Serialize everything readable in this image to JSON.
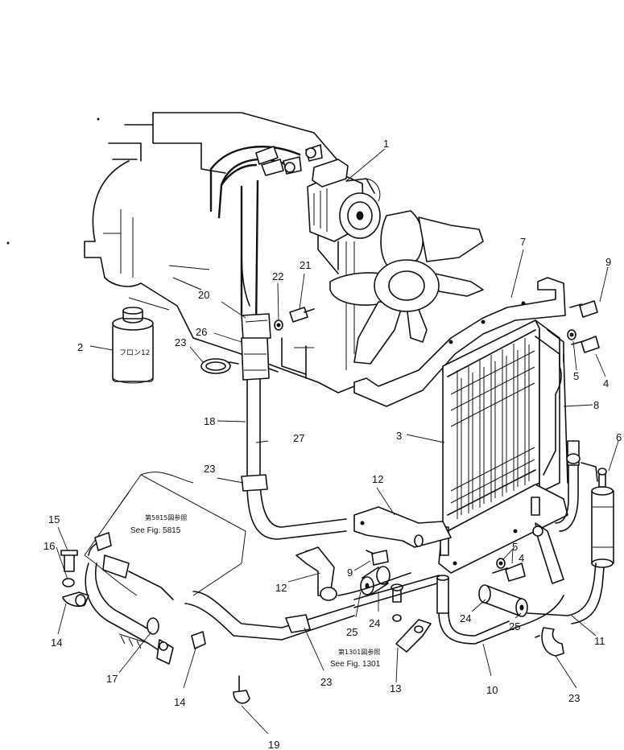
{
  "callouts": {
    "c1": "1",
    "c2": "2",
    "c3": "3",
    "c4a": "4",
    "c4b": "4",
    "c5a": "5",
    "c5b": "5",
    "c6": "6",
    "c7": "7",
    "c8": "8",
    "c9a": "9",
    "c9b": "9",
    "c10": "10",
    "c11": "11",
    "c12a": "12",
    "c12b": "12",
    "c13": "13",
    "c14a": "14",
    "c14b": "14",
    "c15": "15",
    "c16": "16",
    "c17": "17",
    "c18": "18",
    "c19": "19",
    "c20": "20",
    "c21": "21",
    "c22": "22",
    "c23a": "23",
    "c23b": "23",
    "c23c": "23",
    "c23d": "23",
    "c24a": "24",
    "c24b": "24",
    "c25a": "25",
    "c25b": "25",
    "c26": "26",
    "c27": "27"
  },
  "notes": {
    "fig5815_ja": "第5815図参照",
    "fig5815_en": "See Fig. 5815",
    "fig1301_ja": "第1301図参照",
    "fig1301_en": "See Fig. 1301"
  },
  "can_label": "フロン12"
}
